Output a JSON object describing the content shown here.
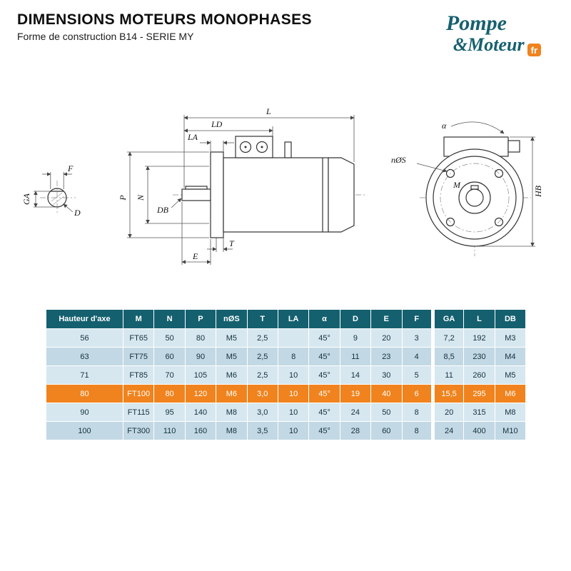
{
  "header": {
    "title": "DIMENSIONS MOTEURS MONOPHASES",
    "subtitle": "Forme de construction B14 - SERIE MY"
  },
  "logo": {
    "line1": "Pompe",
    "line2": "&Moteur",
    "badge": "fr"
  },
  "drawing": {
    "labels": {
      "l": "L",
      "ld": "LD",
      "la": "LA",
      "p": "P",
      "n": "N",
      "db": "DB",
      "t": "T",
      "e": "E",
      "ga": "GA",
      "f": "F",
      "d": "D",
      "alpha": "α",
      "nos": "nØS",
      "m": "M",
      "hb": "HB"
    }
  },
  "table": {
    "columns": [
      "Hauteur d'axe",
      "M",
      "N",
      "P",
      "nØS",
      "T",
      "LA",
      "α",
      "D",
      "E",
      "F",
      "GA",
      "L",
      "DB"
    ],
    "rows": [
      {
        "highlight": false,
        "cells": [
          "56",
          "FT65",
          "50",
          "80",
          "M5",
          "2,5",
          "",
          "45°",
          "9",
          "20",
          "3",
          "7,2",
          "192",
          "M3"
        ]
      },
      {
        "highlight": false,
        "cells": [
          "63",
          "FT75",
          "60",
          "90",
          "M5",
          "2,5",
          "8",
          "45°",
          "11",
          "23",
          "4",
          "8,5",
          "230",
          "M4"
        ]
      },
      {
        "highlight": false,
        "cells": [
          "71",
          "FT85",
          "70",
          "105",
          "M6",
          "2,5",
          "10",
          "45°",
          "14",
          "30",
          "5",
          "11",
          "260",
          "M5"
        ]
      },
      {
        "highlight": true,
        "cells": [
          "80",
          "FT100",
          "80",
          "120",
          "M6",
          "3,0",
          "10",
          "45°",
          "19",
          "40",
          "6",
          "15,5",
          "295",
          "M6"
        ]
      },
      {
        "highlight": false,
        "cells": [
          "90",
          "FT115",
          "95",
          "140",
          "M8",
          "3,0",
          "10",
          "45°",
          "24",
          "50",
          "8",
          "20",
          "315",
          "M8"
        ]
      },
      {
        "highlight": false,
        "cells": [
          "100",
          "FT300",
          "110",
          "160",
          "M8",
          "3,5",
          "10",
          "45°",
          "28",
          "60",
          "8",
          "24",
          "400",
          "M10"
        ]
      }
    ]
  },
  "colors": {
    "teal": "#14606f",
    "orange": "#f0831e",
    "row_light": "#d7e7f0",
    "row_dark": "#c2d8e4"
  }
}
